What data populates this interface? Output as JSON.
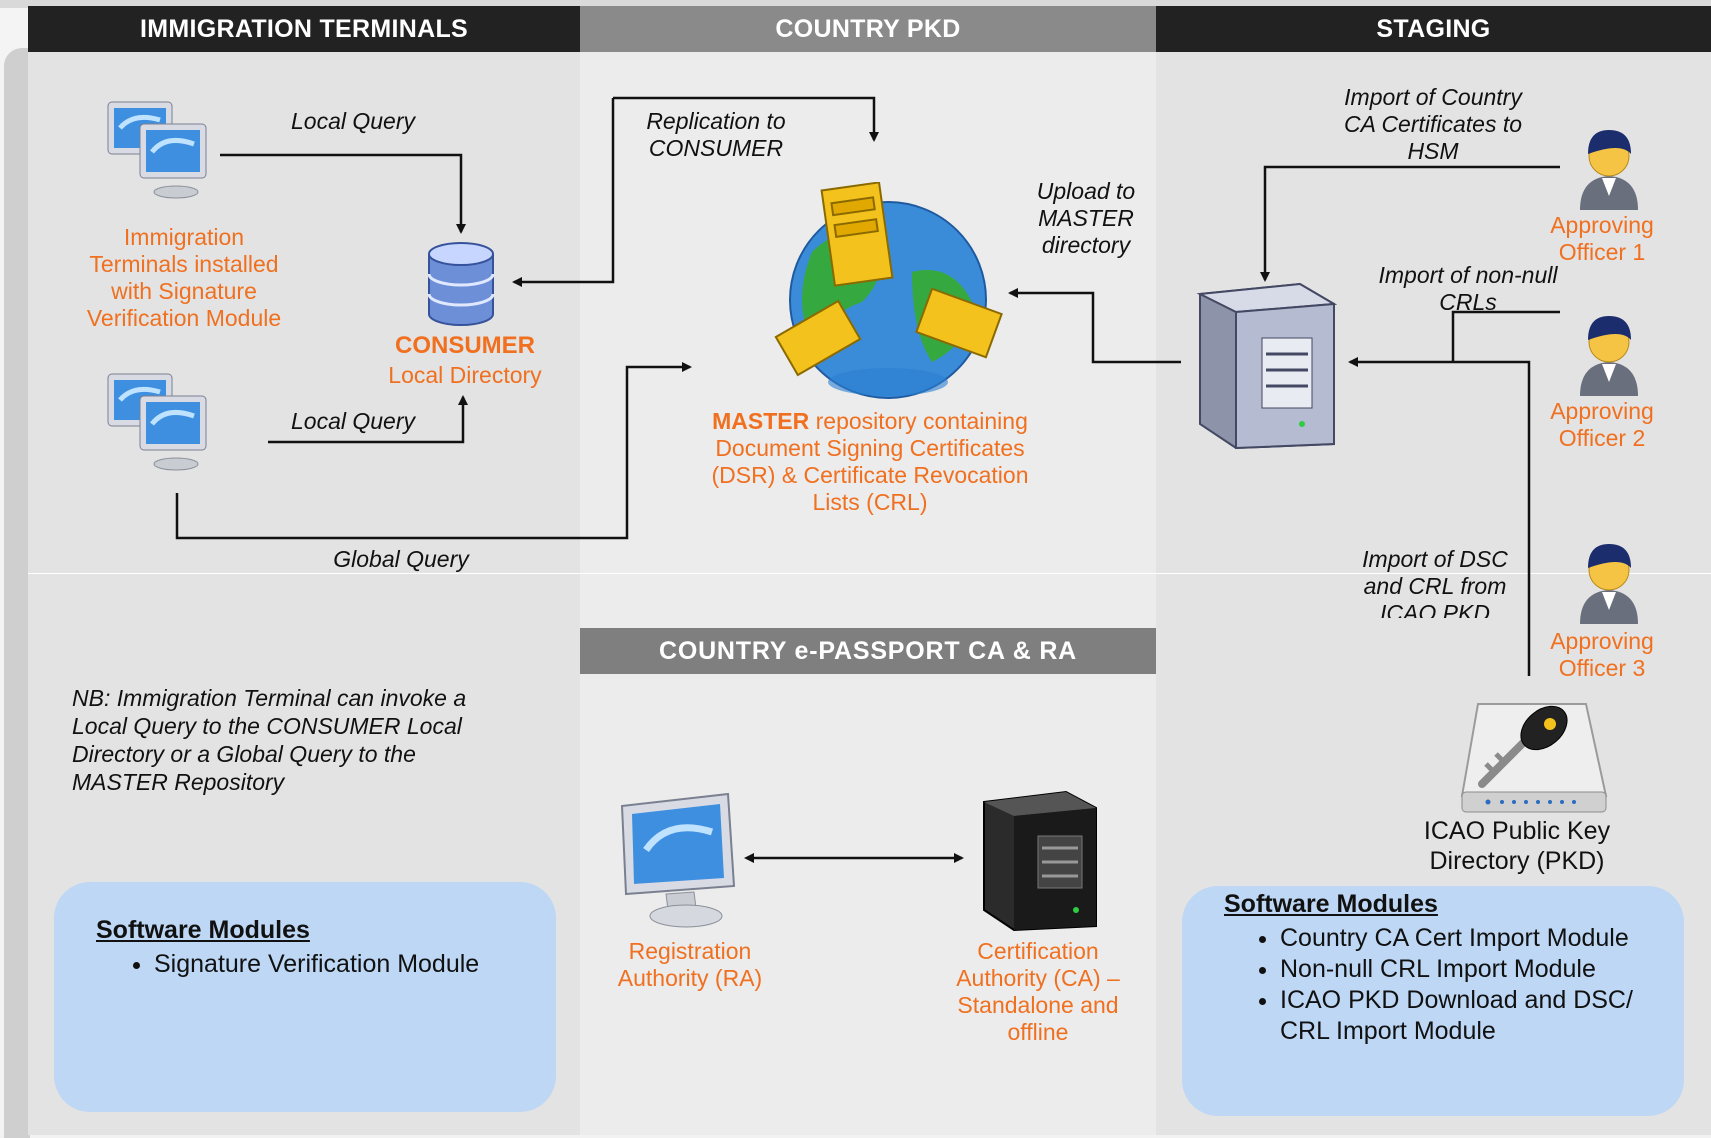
{
  "headers": {
    "immigration": "IMMIGRATION TERMINALS",
    "pkd": "COUNTRY PKD",
    "staging": "STAGING",
    "ca_ra": "COUNTRY e-PASSPORT CA & RA"
  },
  "labels": {
    "local_query_1": "Local Query",
    "local_query_2": "Local Query",
    "global_query": "Global Query",
    "replication": "Replication to CONSUMER",
    "upload": "Upload to MASTER directory",
    "import_country_ca": "Import of Country CA Certificates to HSM",
    "import_crls": "Import of non-null CRLs",
    "import_dsc": "Import of DSC and CRL from ICAO PKD"
  },
  "terminals_caption": "Immigration Terminals installed with Signature Verification Module",
  "consumer": {
    "title": "CONSUMER",
    "subtitle": "Local Directory"
  },
  "master": {
    "bold": "MASTER",
    "rest": " repository containing Document Signing Certificates (DSR) & Certificate Revocation Lists (CRL)"
  },
  "officers": [
    "Approving Officer 1",
    "Approving Officer 2",
    "Approving Officer 3"
  ],
  "icao": "ICAO Public Key Directory (PKD)",
  "note": "NB: Immigration Terminal can invoke a Local Query to the CONSUMER Local Directory or a Global Query to the MASTER Repository",
  "ra": "Registration Authority (RA)",
  "ca": "Certification Authority (CA) – Standalone and offline",
  "left_panel": {
    "title": "Software Modules",
    "items": [
      "Signature Verification Module"
    ]
  },
  "right_panel": {
    "title": "Software Modules",
    "items": [
      "Country CA Cert Import Module",
      "Non-null CRL Import Module",
      "ICAO PKD Download and DSC/ CRL Import Module"
    ]
  },
  "colors": {
    "accent": "#f07020",
    "panel": "#bdd7f5",
    "header": "#222222"
  }
}
